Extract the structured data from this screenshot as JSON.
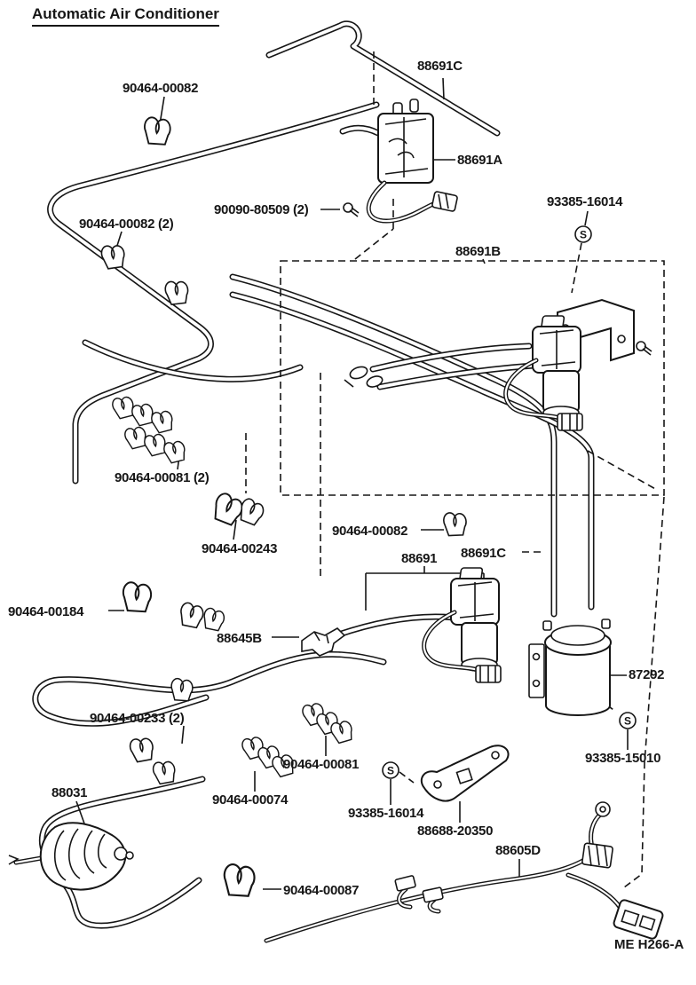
{
  "title": "Automatic Air Conditioner",
  "plate_code": "ME H266-A",
  "colors": {
    "ink": "#161616",
    "background": "#ffffff"
  },
  "symbols": {
    "standard_part_badge": "S"
  },
  "labels": [
    {
      "id": "90464-00082-top",
      "text": "90464-00082"
    },
    {
      "id": "88691C-top",
      "text": "88691C"
    },
    {
      "id": "88691A",
      "text": "88691A"
    },
    {
      "id": "90090-80509",
      "text": "90090-80509 (2)"
    },
    {
      "id": "93385-16014-top",
      "text": "93385-16014"
    },
    {
      "id": "88691B",
      "text": "88691B"
    },
    {
      "id": "90464-00082-2",
      "text": "90464-00082 (2)"
    },
    {
      "id": "90464-00081-2",
      "text": "90464-00081 (2)"
    },
    {
      "id": "90464-00243",
      "text": "90464-00243"
    },
    {
      "id": "90464-00082-mid",
      "text": "90464-00082"
    },
    {
      "id": "88691",
      "text": "88691"
    },
    {
      "id": "88691C-mid",
      "text": "88691C"
    },
    {
      "id": "90464-00184",
      "text": "90464-00184"
    },
    {
      "id": "88645B",
      "text": "88645B"
    },
    {
      "id": "87292",
      "text": "87292"
    },
    {
      "id": "90464-00233-2",
      "text": "90464-00233 (2)"
    },
    {
      "id": "90464-00081-b",
      "text": "90464-00081"
    },
    {
      "id": "93385-15010",
      "text": "93385-15010"
    },
    {
      "id": "90464-00074",
      "text": "90464-00074"
    },
    {
      "id": "93385-16014-b",
      "text": "93385-16014"
    },
    {
      "id": "88688-20350",
      "text": "88688-20350"
    },
    {
      "id": "88031",
      "text": "88031"
    },
    {
      "id": "88605D",
      "text": "88605D"
    },
    {
      "id": "90464-00087",
      "text": "90464-00087"
    }
  ]
}
